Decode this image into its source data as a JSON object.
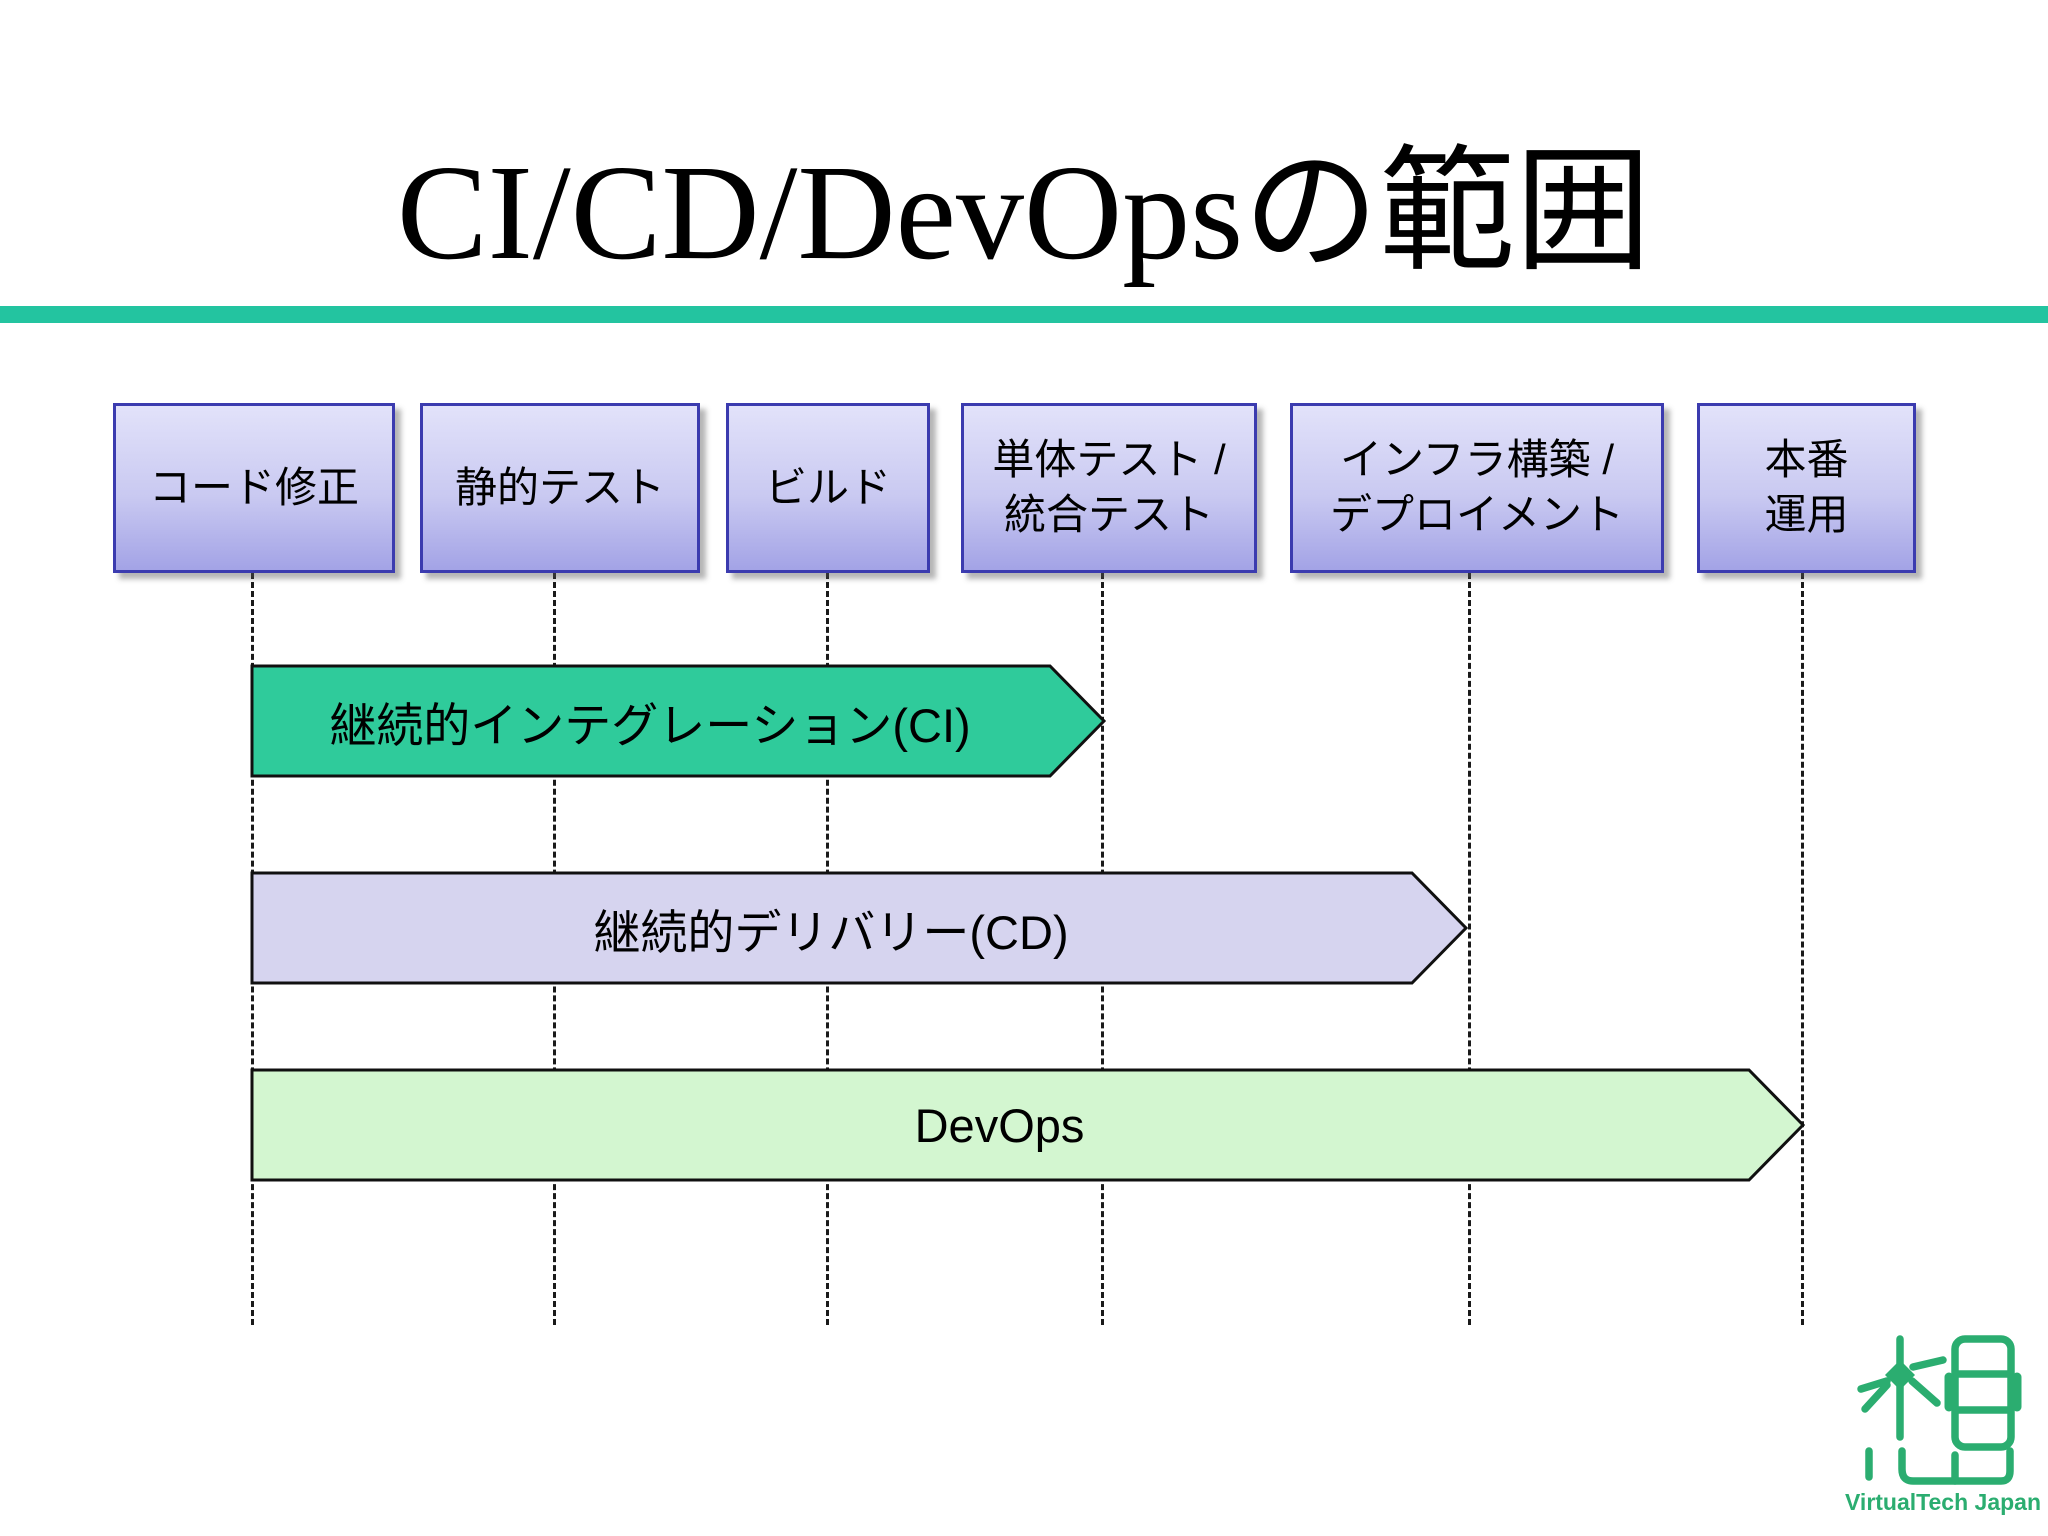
{
  "slide": {
    "title": "CI/CD/DevOpsの範囲",
    "accent_bar_color": "#23C4A0",
    "background_color": "#FFFFFF"
  },
  "stages": [
    {
      "label": "コード修正"
    },
    {
      "label": "静的テスト"
    },
    {
      "label": "ビルド"
    },
    {
      "label": "単体テスト /\n統合テスト"
    },
    {
      "label": "インフラ構築 /\nデプロイメント"
    },
    {
      "label": "本番\n運用"
    }
  ],
  "arrows": [
    {
      "label": "継続的インテグレーション(CI)",
      "fill": "#2FCB9B",
      "reaches_stage": "単体テスト / 統合テスト"
    },
    {
      "label": "継続的デリバリー(CD)",
      "fill": "#D6D4EF",
      "reaches_stage": "インフラ構築 / デプロイメント"
    },
    {
      "label": "DevOps",
      "fill": "#D3F6D0",
      "reaches_stage": "本番運用"
    }
  ],
  "stage_box_colors": {
    "border": "#3B3BAF",
    "gradient_top": "#E2E2FA",
    "gradient_bottom": "#A3A3E6"
  },
  "logo": {
    "text": "VirtualTech Japan",
    "color": "#2BAD70",
    "mark": "stylized 想 kanji"
  }
}
